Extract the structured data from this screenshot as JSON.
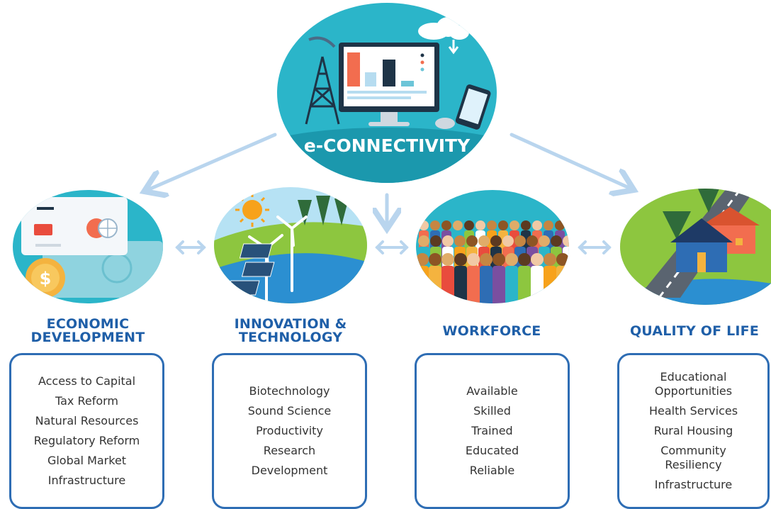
{
  "hub": {
    "label": "e-CONNECTIVITY"
  },
  "categories": [
    {
      "title_line1": "ECONOMIC",
      "title_line2": "DEVELOPMENT",
      "icon": "money-credit-card-icon",
      "items": [
        "Access to Capital",
        "Tax Reform",
        "Natural Resources",
        "Regulatory Reform",
        "Global Market",
        "Infrastructure"
      ]
    },
    {
      "title_line1": "INNOVATION &",
      "title_line2": "TECHNOLOGY",
      "icon": "wind-solar-icon",
      "items": [
        "Biotechnology",
        "Sound Science",
        "Productivity",
        "Research",
        "Development"
      ]
    },
    {
      "title_line1": "WORKFORCE",
      "title_line2": "",
      "icon": "crowd-icon",
      "items": [
        "Available",
        "Skilled",
        "Trained",
        "Educated",
        "Reliable"
      ]
    },
    {
      "title_line1": "QUALITY OF LIFE",
      "title_line2": "",
      "icon": "rural-house-icon",
      "items": [
        "Educational Opportunities",
        "Health Services",
        "Rural Housing",
        "Community Resiliency",
        "Infrastructure"
      ]
    }
  ],
  "colors": {
    "primary_blue": "#1f5fa8",
    "hub_teal": "#2bb5c9",
    "arrow_light_blue": "#b9d5ee",
    "border_blue": "#2e6db4"
  }
}
